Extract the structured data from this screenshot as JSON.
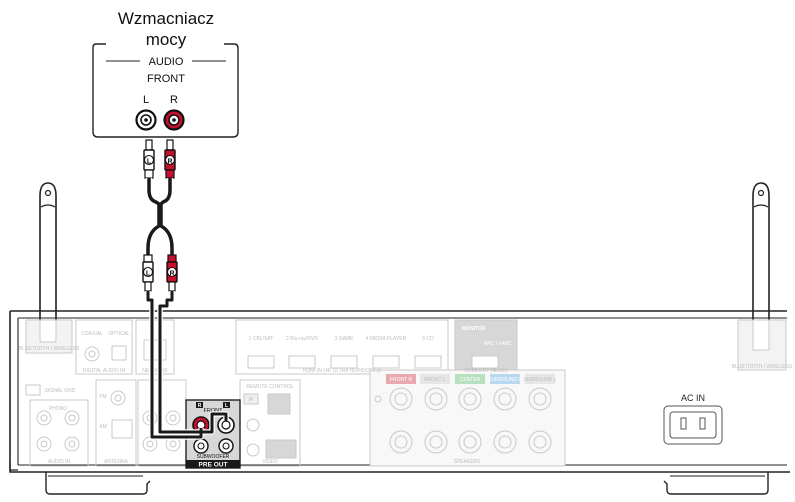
{
  "amplifier": {
    "title": "Wzmacniacz\nmocy",
    "group_label": "AUDIO",
    "section_label": "FRONT",
    "left_jack_label": "L",
    "right_jack_label": "R"
  },
  "cable": {
    "plug_left_label": "L",
    "plug_right_label": "R"
  },
  "receiver": {
    "antenna_left_label": "BLUETOOTH / WIRELESS",
    "coaxial_label": "COAXIAL",
    "optical_label": "OPTICAL",
    "digital_audio_in_label": "DIGITAL AUDIO IN",
    "network_label": "NETWORK",
    "signal_gnd_label": "SIGNAL GND",
    "phono_label": "PHONO",
    "audio_in_label": "AUDIO IN",
    "antenna_label": "ANTENNA",
    "fm_label": "FM",
    "am_label": "AM",
    "hdmi_inputs": [
      "1 CBL/SAT",
      "2 Blu-ray/DVD",
      "3 GAME",
      "4 MEDIA PLAYER",
      "5 CD"
    ],
    "hdmi_in_label": "HDMI IN (4K ULTRA HD/HDCP2.3)",
    "monitor_label": "MONITOR",
    "arc_label": "ARC / eARC",
    "hdmi_out_label": "HDMI OUT (4K/8K)",
    "remote_control_label": "REMOTE CONTROL",
    "ir_label": "IR",
    "pre_out_front_label": "FRONT",
    "pre_out_l": "L",
    "pre_out_r": "R",
    "subwoofer_label": "SUBWOOFER",
    "pre_out_label": "PRE OUT",
    "video_label": "VIDEO",
    "speaker_groups": [
      "FRONT R",
      "FRONT L",
      "CENTER",
      "SURROUND R",
      "SURROUND L"
    ],
    "speakers_label": "SPEAKERS",
    "ac_in_label": "AC IN",
    "antenna_right_label": "BLUETOOTH / WIRELESS"
  },
  "colors": {
    "red_jack": "#c8102e",
    "cable": "#1a1a1a",
    "panel_border": "#222222",
    "faded": "#c9c9c9",
    "faded_text": "#bdbdbd",
    "highlight_bg": "#d7d7d7"
  }
}
